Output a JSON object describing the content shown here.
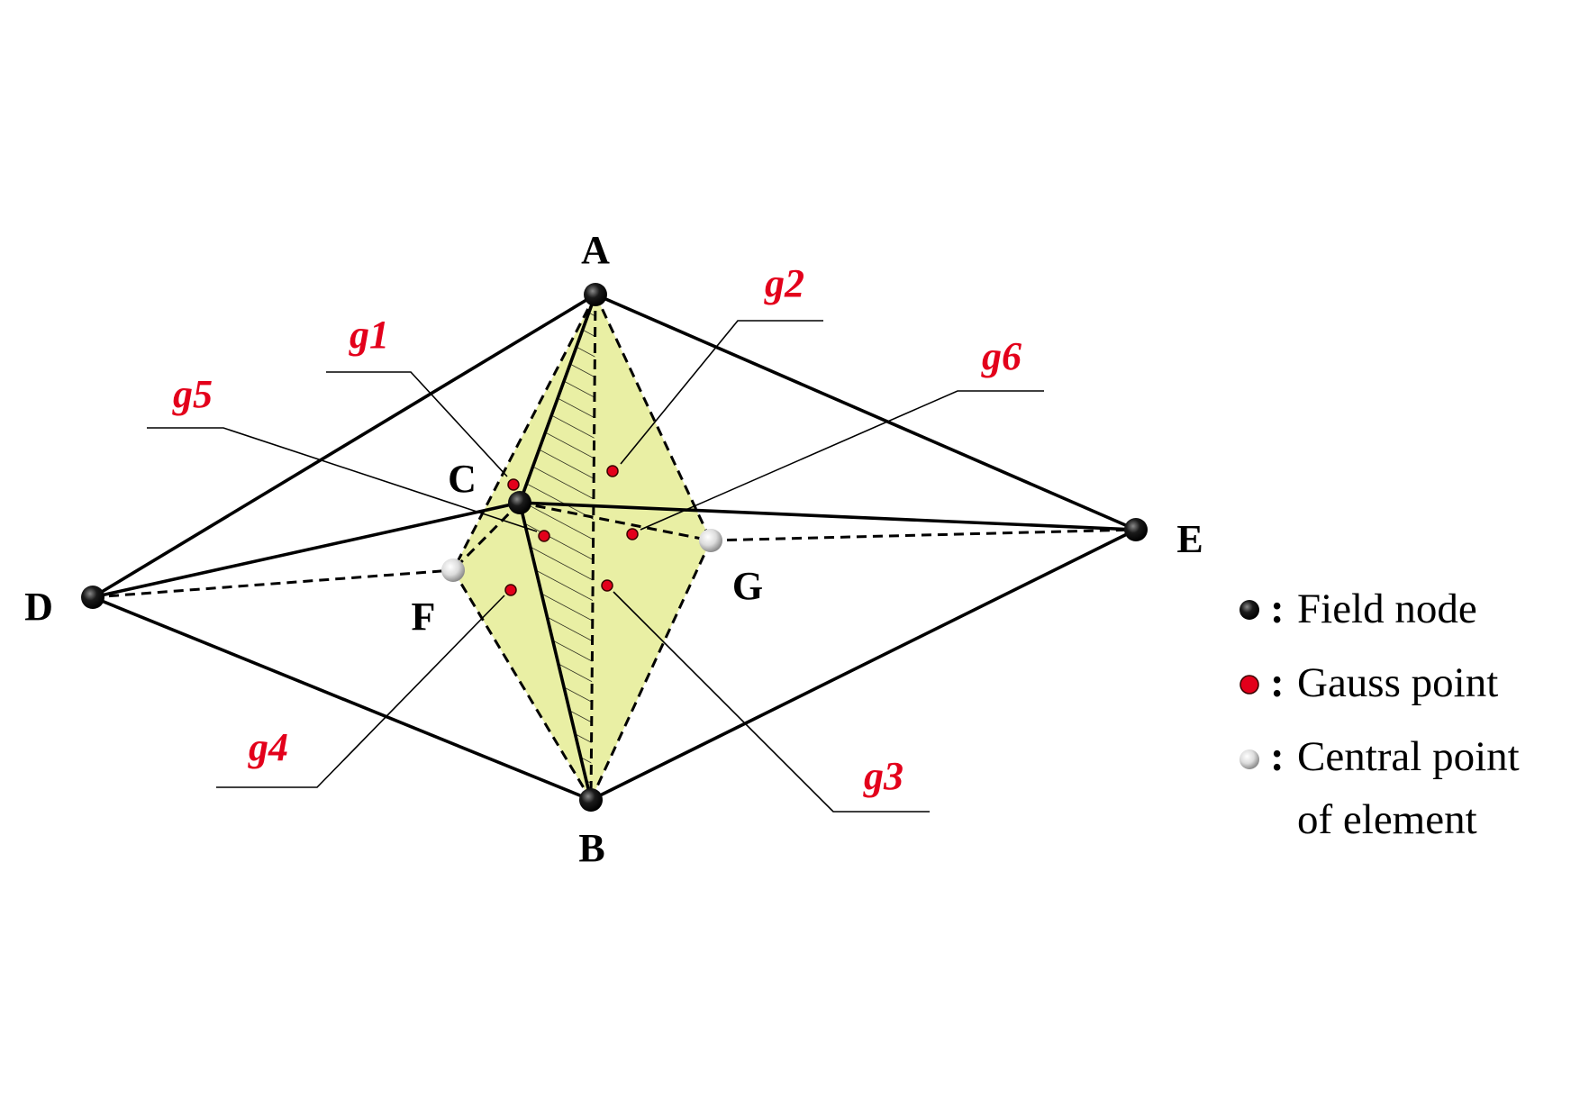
{
  "nodes": {
    "a": "A",
    "b": "B",
    "c": "C",
    "d": "D",
    "e": "E",
    "f": "F",
    "g": "G"
  },
  "gauss": {
    "g1": "g1",
    "g2": "g2",
    "g3": "g3",
    "g4": "g4",
    "g5": "g5",
    "g6": "g6"
  },
  "legend": {
    "separator": ":",
    "field_node": "Field node",
    "gauss_point": "Gauss point",
    "central_point": "Central point",
    "central_point_line2": "of element"
  },
  "colors": {
    "smoothing_domain_fill": "#e9efa4",
    "gauss_point": "#e3001b",
    "gauss_label": "#e3001b",
    "field_node": "#000000",
    "central_point": "#d9d9d9"
  }
}
